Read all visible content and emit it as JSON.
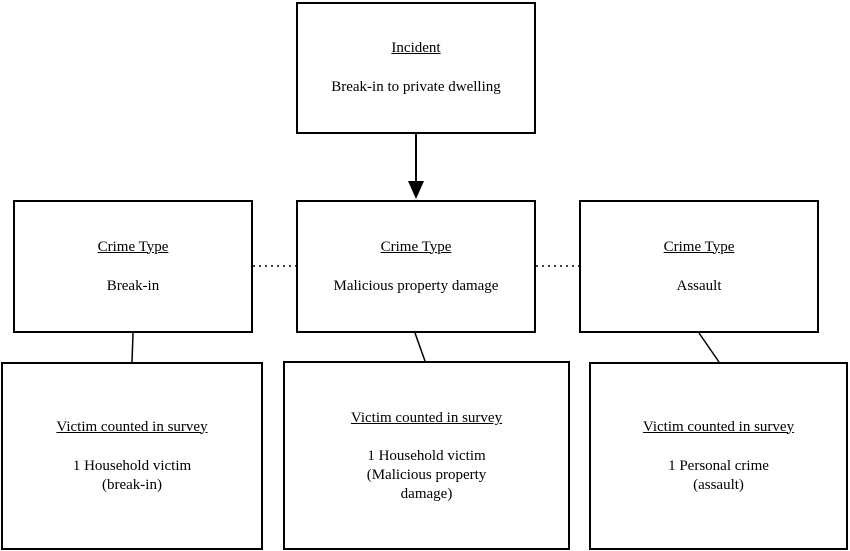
{
  "incident": {
    "heading": "Incident",
    "text": "Break-in to private dwelling"
  },
  "crime_types": [
    {
      "heading": "Crime Type",
      "text": "Break-in"
    },
    {
      "heading": "Crime Type",
      "text": "Malicious property damage"
    },
    {
      "heading": "Crime Type",
      "text": "Assault"
    }
  ],
  "victims": [
    {
      "heading": "Victim counted in survey",
      "lines": [
        "1 Household victim",
        "(break-in)"
      ]
    },
    {
      "heading": "Victim counted in survey",
      "lines": [
        "1 Household victim",
        "(Malicious property",
        "damage)"
      ]
    },
    {
      "heading": "Victim counted in survey",
      "lines": [
        "1 Personal crime",
        "(assault)"
      ]
    }
  ],
  "colors": {
    "line": "#000000",
    "background": "#ffffff"
  }
}
